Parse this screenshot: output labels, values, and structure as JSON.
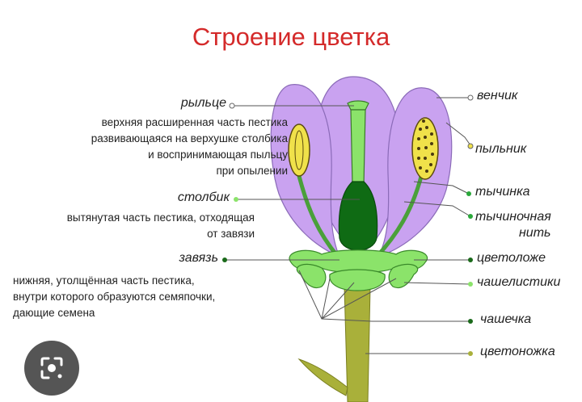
{
  "title": "Строение цветка",
  "labels": {
    "stigma": "рыльце",
    "stigma_desc": [
      "верхняя расширенная часть пестика",
      "развивающаяся на верхушке столбика",
      "и воспринимающая пыльцу",
      "при опылении"
    ],
    "style": "столбик",
    "style_desc": [
      "вытянутая часть пестика, отходящая",
      "от завязи"
    ],
    "ovary": "завязь",
    "ovary_desc": [
      "нижняя, утолщённая часть пестика,",
      "внутри которого образуются семяпочки,",
      "дающие семена"
    ],
    "corolla": "венчик",
    "anther": "пыльник",
    "stamen": "тычинка",
    "filament_1": "тычиночная",
    "filament_2": "нить",
    "receptacle": "цветоложе",
    "sepals": "чашелистики",
    "calyx": "чашечка",
    "pedicel": "цветоножка"
  },
  "colors": {
    "title": "#d42a2a",
    "petal": "#c9a2f0",
    "green": "#8be36a",
    "dark_green": "#0f6b14",
    "stem": "#a9b03a",
    "anther": "#f0e14a"
  },
  "icons": {
    "lens_button": "lens-icon"
  }
}
